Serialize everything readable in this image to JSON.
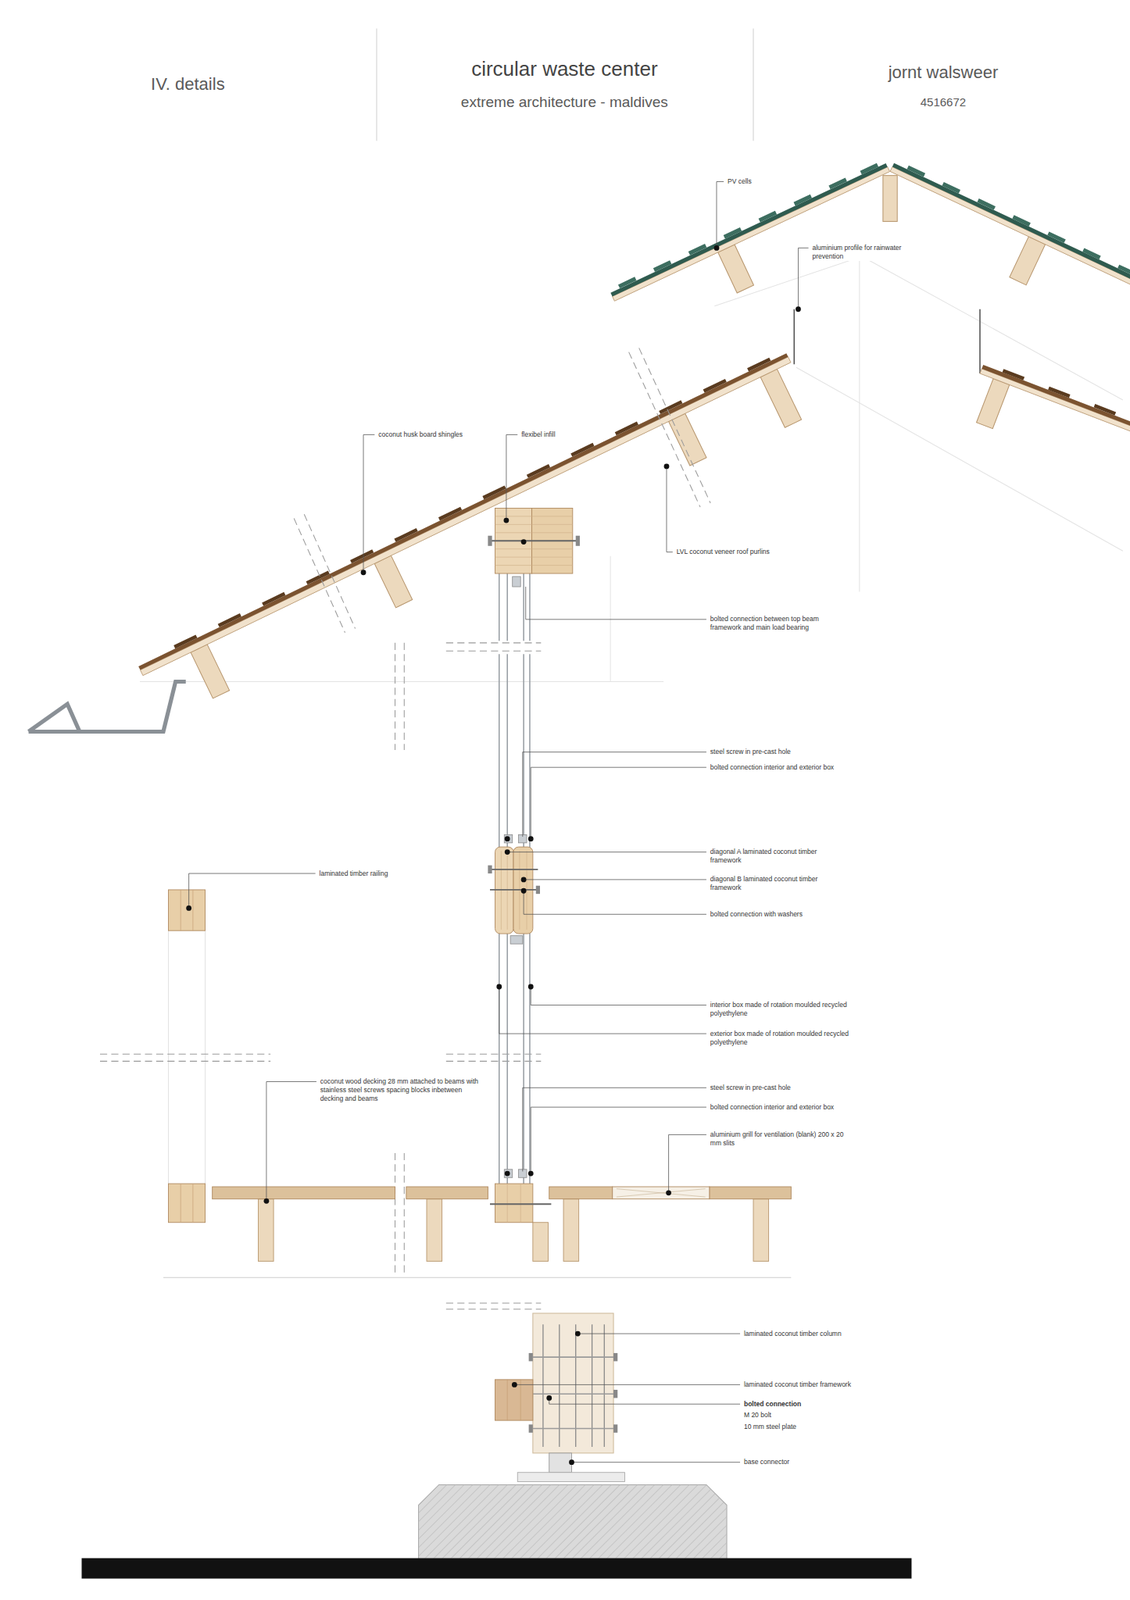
{
  "diagram": {
    "title": "circular waste center",
    "labels": [
      "IV. details",
      "extreme architecture - maldives",
      "jornt walsweer",
      "4516672",
      "PV cells",
      "aluminium profile for rainwater prevention",
      "coconut husk board shingles",
      "flexibel infill",
      "LVL coconut veneer roof purlins",
      "bolted connection between top beam framework and main load bearing",
      "steel screw in pre-cast hole",
      "bolted connection interior and exterior box",
      "diagonal A laminated coconut timber framework",
      "diagonal B laminated coconut timber framework",
      "bolted connection with washers",
      "laminated timber railing",
      "interior box made of rotation moulded recycled polyethylene",
      "exterior box made of rotation moulded recycled polyethylene",
      "coconut wood decking 28 mm attached to beams with stainless steel screws spacing blocks inbetween decking and beams",
      "steel screw in pre-cast hole",
      "bolted connection interior and exterior box",
      "aluminium grill for ventilation (blank) 200 x 20 mm slits",
      "laminated coconut timber column",
      "laminated coconut timber framework",
      "bolted connection",
      "M 20 bolt",
      "10 mm steel plate",
      "base connector"
    ]
  }
}
